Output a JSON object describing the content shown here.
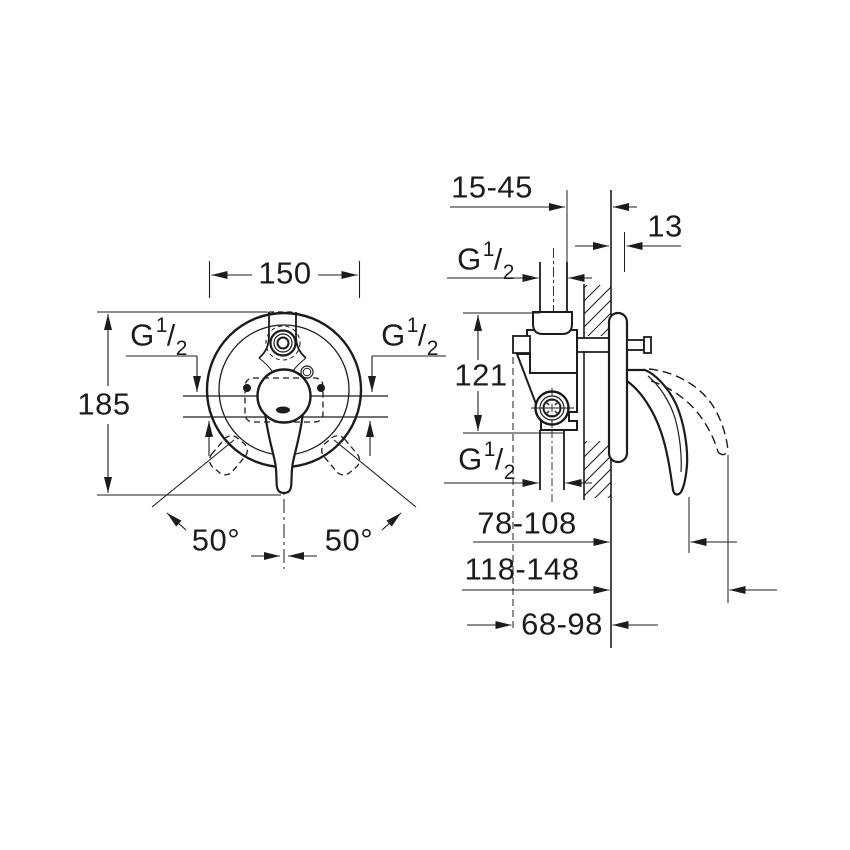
{
  "drawing": {
    "type": "installation-dimension-drawing",
    "views": {
      "front_view": "wall plate with single lever handle",
      "side_view": "concealed valve body in wall cross-section"
    },
    "line_color": "#1c1c1c",
    "background_color": "#ffffff"
  },
  "labels": {
    "front": {
      "width": "150",
      "height": "185",
      "angle_left": "50°",
      "angle_right": "50°"
    },
    "side": {
      "depth_range": "15-45",
      "plate_offset": "13",
      "center_height": "121",
      "handle_near": "78-108",
      "handle_far": "118-148",
      "body_to_wall": "68-98"
    },
    "thread": {
      "prefix": "G",
      "numerator": "1",
      "slash": "/",
      "denominator": "2"
    }
  }
}
